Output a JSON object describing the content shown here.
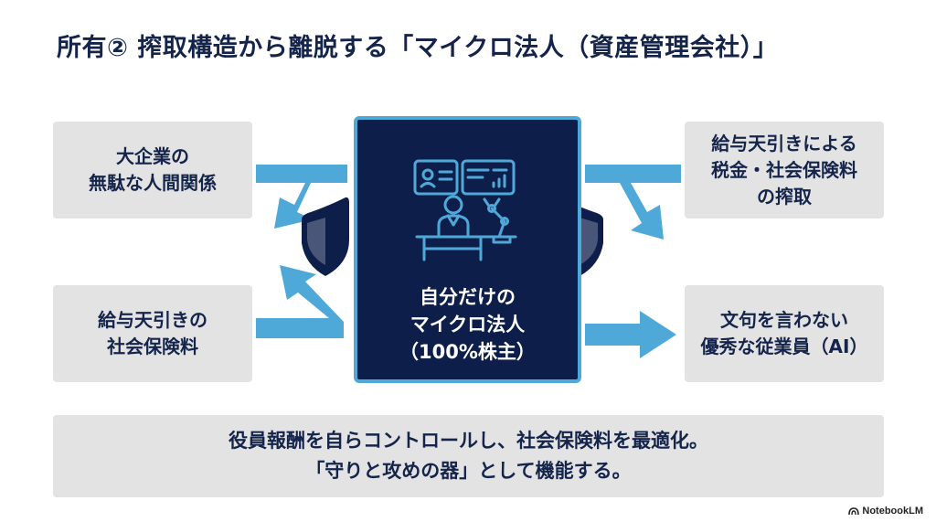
{
  "title": "所有② 搾取構造から離脱する「マイクロ法人（資産管理会社）」",
  "left_top_box": [
    "大企業の",
    "無駄な人間関係"
  ],
  "left_bottom_box": [
    "給与天引きの",
    "社会保険料"
  ],
  "right_top_box": [
    "給与天引きによる",
    "税金・社会保険料",
    "の搾取"
  ],
  "right_bottom_box": [
    "文句を言わない",
    "優秀な従業員（AI）"
  ],
  "center_box": {
    "label": [
      "自分だけの",
      "マイクロ法人",
      "（100%株主）"
    ],
    "icon": "person-at-desk-with-robot-arm-icon"
  },
  "bottom_box": [
    "役員報酬を自らコントロールし、社会保険料を最適化。",
    "「守りと攻めの器」として機能する。"
  ],
  "brand": "NotebookLM",
  "colors": {
    "navy": "#0d1e4a",
    "arrow_blue": "#4fa9d8",
    "box_gray": "#e3e3e3",
    "shield": "#0d1e4a"
  }
}
